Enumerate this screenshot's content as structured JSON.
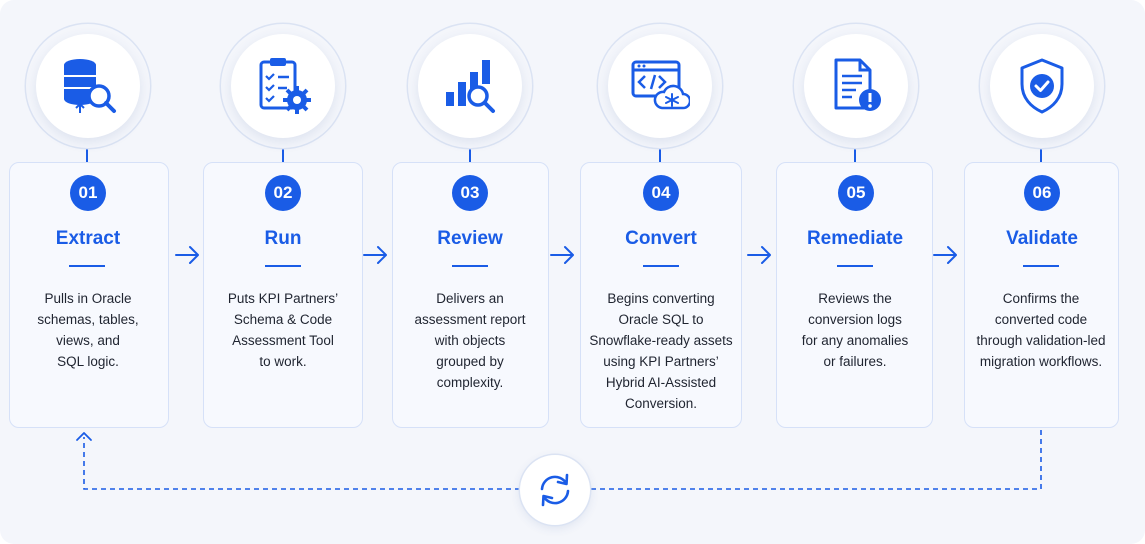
{
  "steps": [
    {
      "num": "01",
      "title": "Extract",
      "desc": [
        "Pulls in Oracle",
        "schemas, tables,",
        "views, and",
        "SQL logic."
      ],
      "icon": "database-search-icon"
    },
    {
      "num": "02",
      "title": "Run",
      "desc": [
        "Puts KPI Partners’",
        "Schema & Code",
        "Assessment Tool",
        "to work."
      ],
      "icon": "checklist-gear-icon"
    },
    {
      "num": "03",
      "title": "Review",
      "desc": [
        "Delivers an",
        "assessment report",
        "with objects",
        "grouped by",
        "complexity."
      ],
      "icon": "bar-chart-search-icon"
    },
    {
      "num": "04",
      "title": "Convert",
      "desc": [
        "Begins converting",
        "Oracle SQL to",
        "Snowflake-ready assets",
        "using KPI Partners’",
        "Hybrid AI-Assisted",
        "Conversion."
      ],
      "icon": "code-window-snowflake-icon"
    },
    {
      "num": "05",
      "title": "Remediate",
      "desc": [
        "Reviews the",
        "conversion logs",
        "for any anomalies",
        "or failures."
      ],
      "icon": "document-alert-icon"
    },
    {
      "num": "06",
      "title": "Validate",
      "desc": [
        "Confirms the",
        "converted code",
        "through validation-led",
        "migration workflows."
      ],
      "icon": "shield-check-icon"
    }
  ],
  "colors": {
    "accent": "#1a5ce6",
    "card_border": "#d6e1f8",
    "background": "#f4f6fb",
    "text": "#1f2430"
  },
  "loop_icon": "refresh-cycle-icon"
}
